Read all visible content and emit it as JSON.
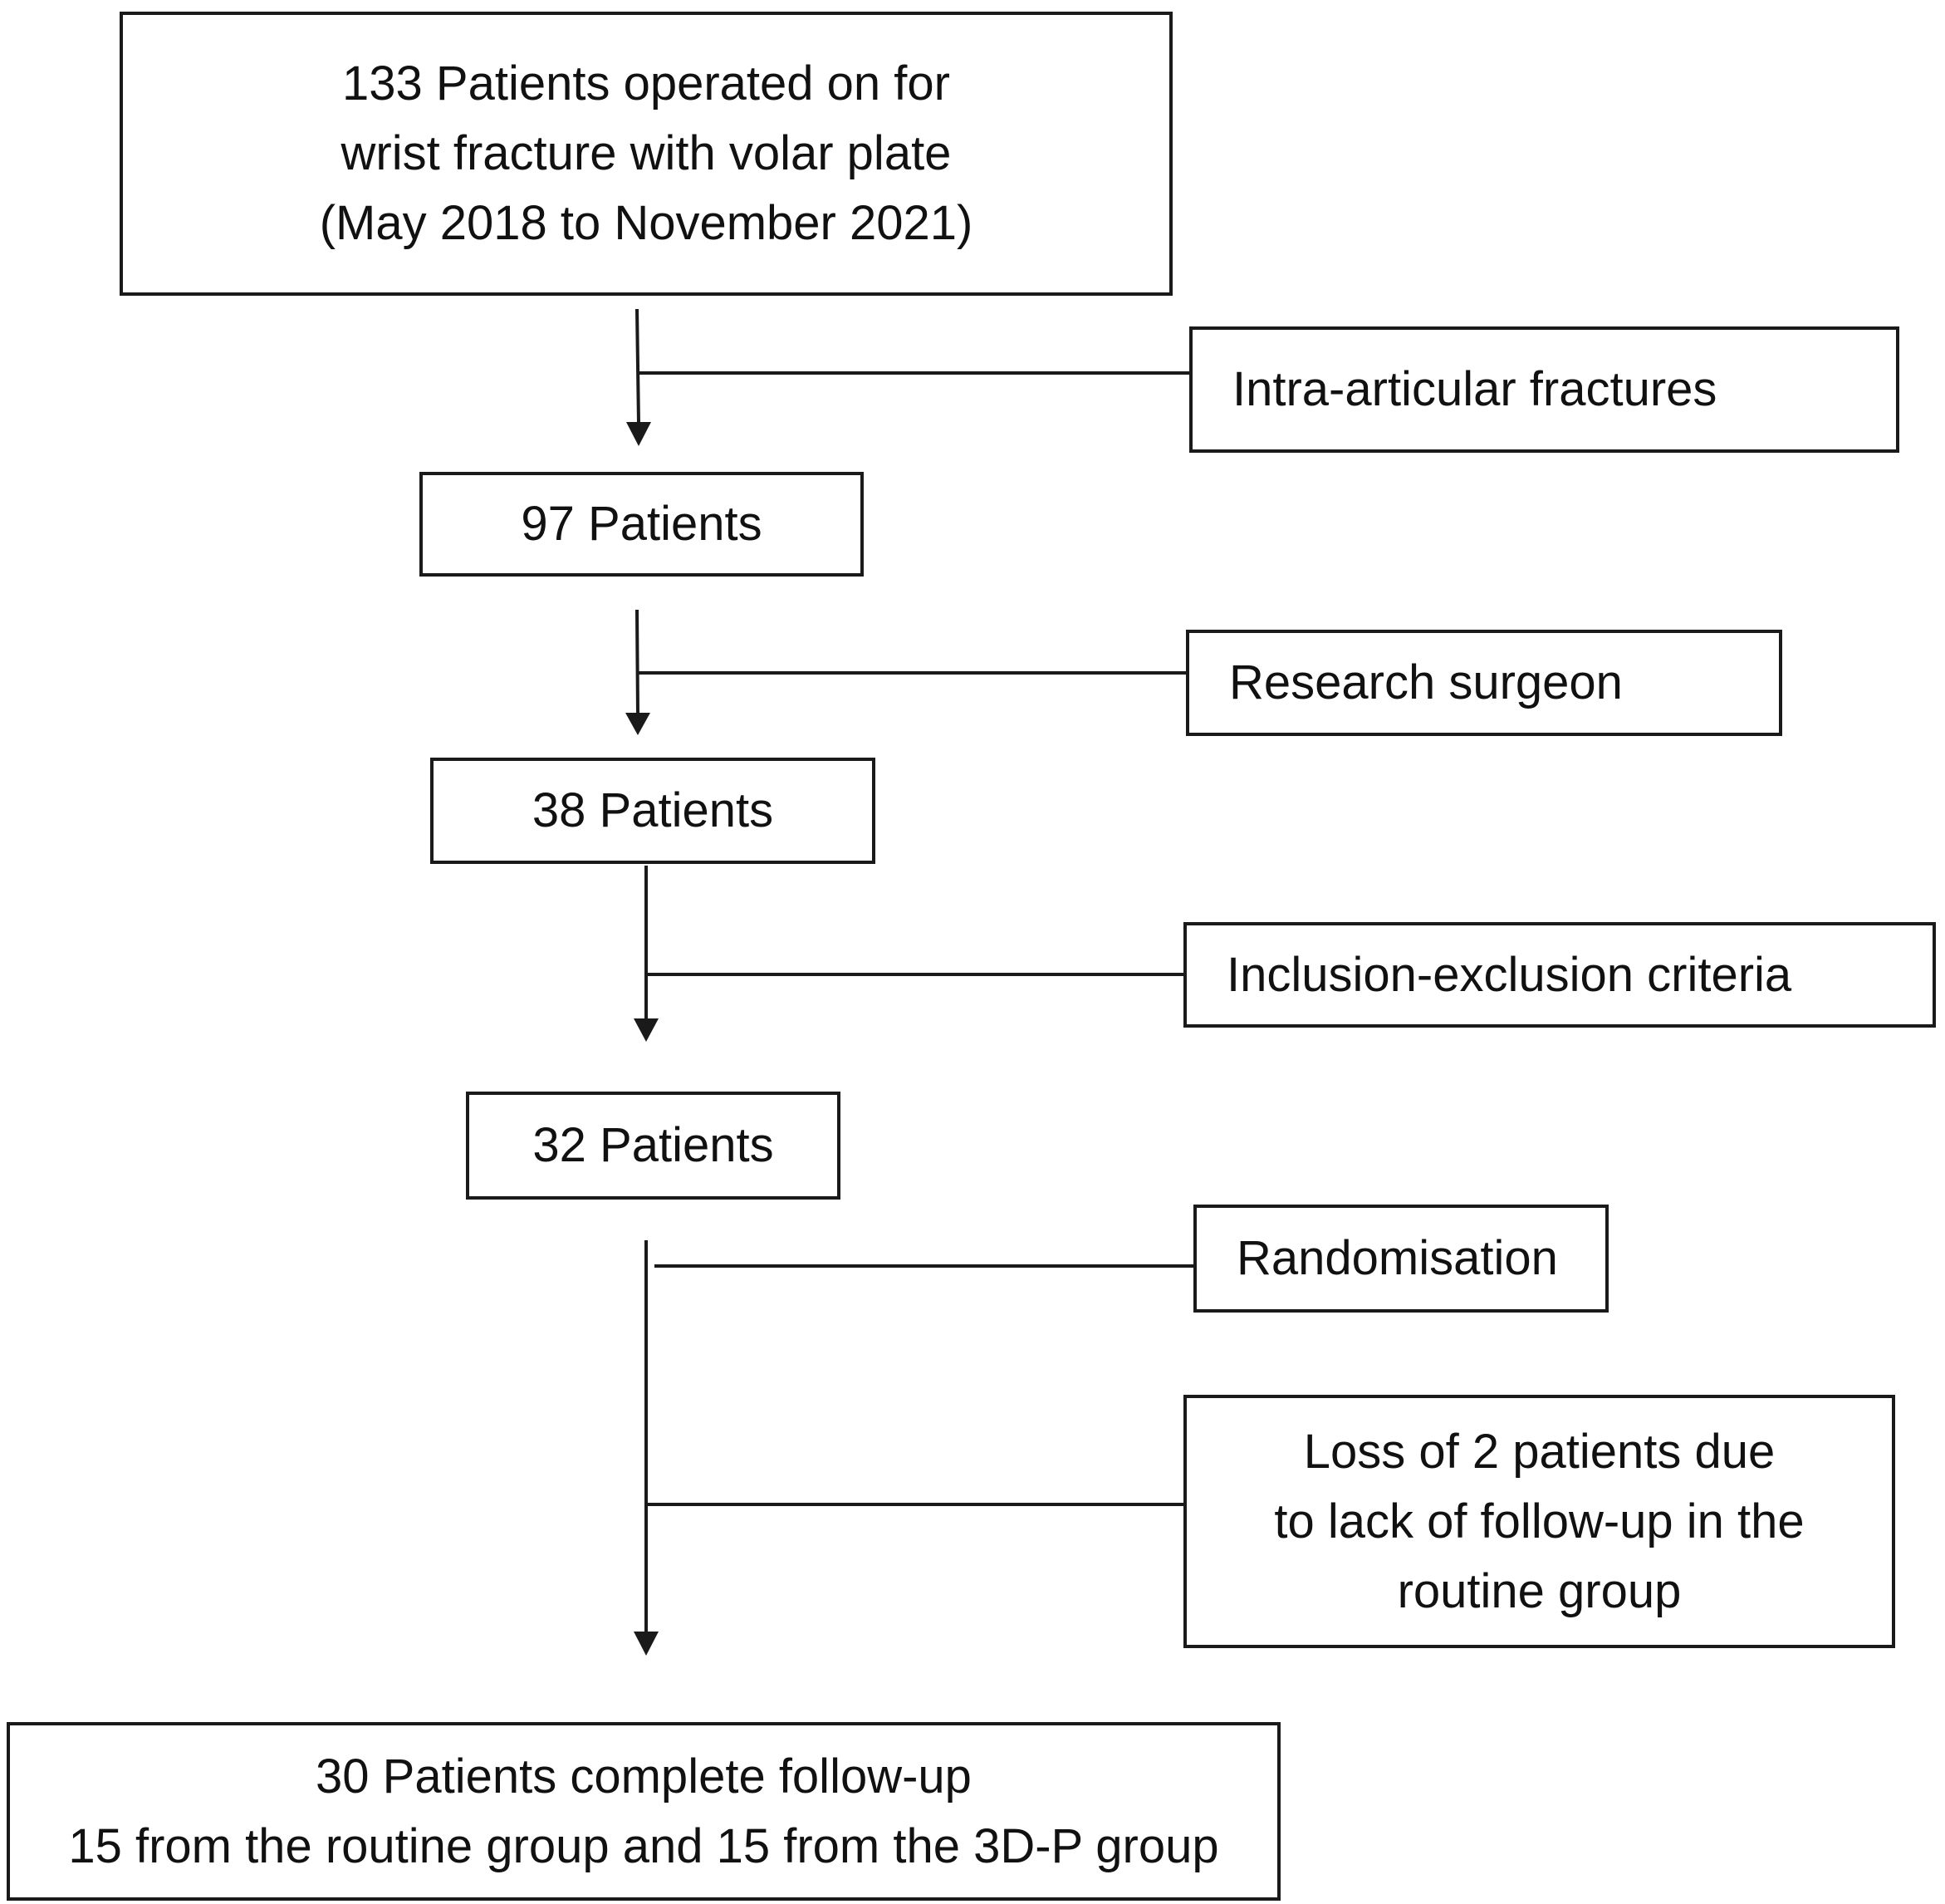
{
  "flowchart": {
    "start": {
      "lines": [
        "133 Patients operated on for",
        "wrist fracture with volar plate",
        "(May 2018 to November 2021)"
      ]
    },
    "step1": {
      "label": "97 Patients"
    },
    "step2": {
      "label": "38 Patients"
    },
    "step3": {
      "label": "32 Patients"
    },
    "final": {
      "lines": [
        "30 Patients complete follow-up",
        "15 from the routine group and 15 from the 3D-P group"
      ]
    },
    "exclusions": {
      "intra_articular": "Intra-articular fractures",
      "research_surgeon": "Research surgeon",
      "inclusion_exclusion": "Inclusion-exclusion criteria",
      "randomisation": "Randomisation",
      "loss_lines": [
        "Loss of 2 patients due",
        "to lack of follow-up in the",
        "routine group"
      ]
    }
  }
}
